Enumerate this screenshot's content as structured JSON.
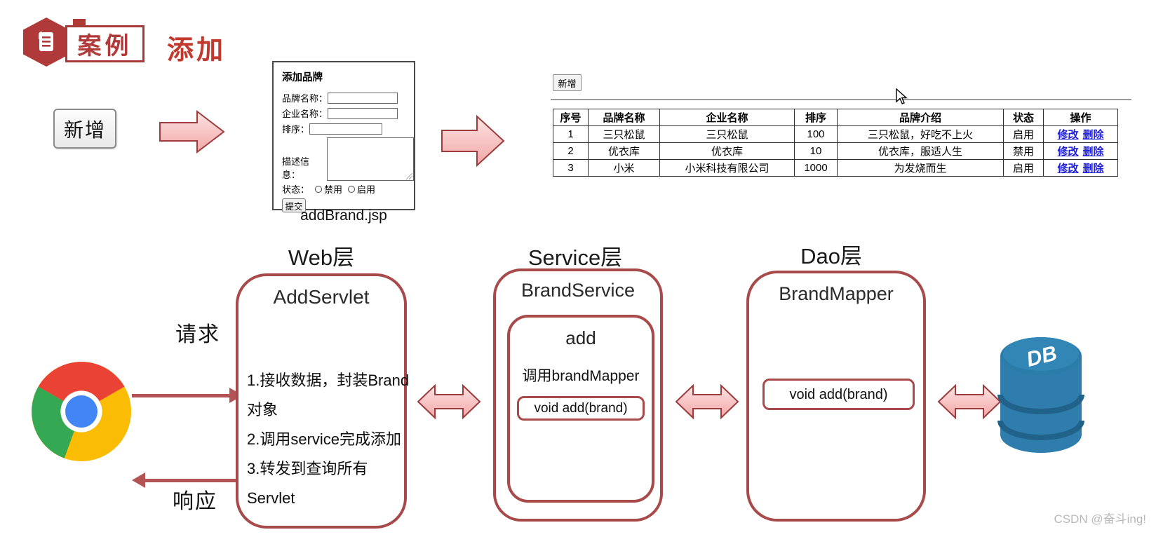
{
  "header": {
    "badge_label": "案例",
    "page_title": "添加"
  },
  "demo": {
    "new_button_label": "新增"
  },
  "form": {
    "title": "添加品牌",
    "labels": {
      "brand_name": "品牌名称：",
      "company_name": "企业名称：",
      "ordered": "排序：",
      "description": "描述信息：",
      "status": "状态："
    },
    "radios": {
      "disabled": "禁用",
      "enabled": "启用"
    },
    "submit_label": "提交",
    "caption": "addBrand.jsp"
  },
  "table": {
    "new_button_label": "新增",
    "headers": [
      "序号",
      "品牌名称",
      "企业名称",
      "排序",
      "品牌介绍",
      "状态",
      "操作"
    ],
    "rows": [
      {
        "no": "1",
        "brand": "三只松鼠",
        "company": "三只松鼠",
        "order": "100",
        "desc": "三只松鼠，好吃不上火",
        "status": "启用"
      },
      {
        "no": "2",
        "brand": "优衣库",
        "company": "优衣库",
        "order": "10",
        "desc": "优衣库，服适人生",
        "status": "禁用"
      },
      {
        "no": "3",
        "brand": "小米",
        "company": "小米科技有限公司",
        "order": "1000",
        "desc": "为发烧而生",
        "status": "启用"
      }
    ],
    "actions": {
      "edit": "修改",
      "delete": "删除"
    }
  },
  "architecture": {
    "web": {
      "layer_label": "Web层",
      "class_name": "AddServlet",
      "steps": [
        "1.接收数据，封装Brand对象",
        "2.调用service完成添加",
        "3.转发到查询所有Servlet"
      ]
    },
    "service": {
      "layer_label": "Service层",
      "class_name": "BrandService",
      "method_name": "add",
      "note": "调用brandMapper",
      "signature": "void add(brand)"
    },
    "dao": {
      "layer_label": "Dao层",
      "class_name": "BrandMapper",
      "signature": "void add(brand)"
    },
    "browser": {
      "request_label": "请求",
      "response_label": "响应"
    },
    "db_label": "DB"
  },
  "watermark": "CSDN @奋斗ing!",
  "colors": {
    "accent_red": "#a84a4a",
    "arrow_pink": "#f5bcbc",
    "link_blue": "#2121d6",
    "db_blue": "#2e7dad"
  }
}
